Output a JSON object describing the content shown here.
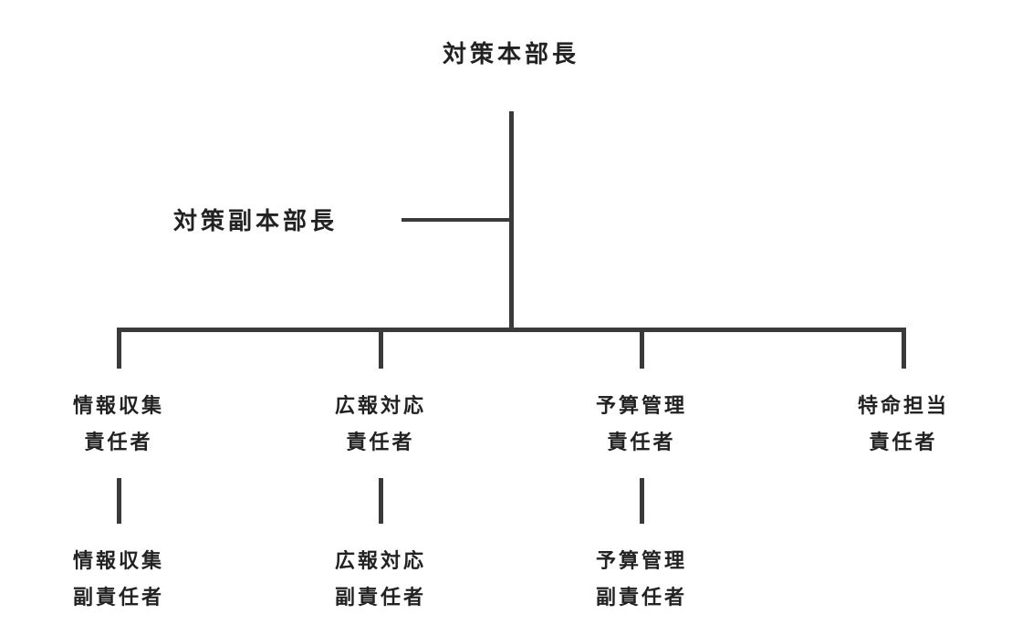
{
  "chart_data": {
    "type": "org-chart",
    "root": "対策本部長",
    "deputy": "対策副本部長",
    "departments": [
      {
        "lead": [
          "情報収集",
          "責任者"
        ],
        "deputy": [
          "情報収集",
          "副責任者"
        ]
      },
      {
        "lead": [
          "広報対応",
          "責任者"
        ],
        "deputy": [
          "広報対応",
          "副責任者"
        ]
      },
      {
        "lead": [
          "予算管理",
          "責任者"
        ],
        "deputy": [
          "予算管理",
          "副責任者"
        ]
      },
      {
        "lead": [
          "特命担当",
          "責任者"
        ],
        "deputy": null
      }
    ],
    "colors": {
      "line": "#3a3a3a",
      "text": "#222222",
      "background": "#ffffff"
    }
  }
}
